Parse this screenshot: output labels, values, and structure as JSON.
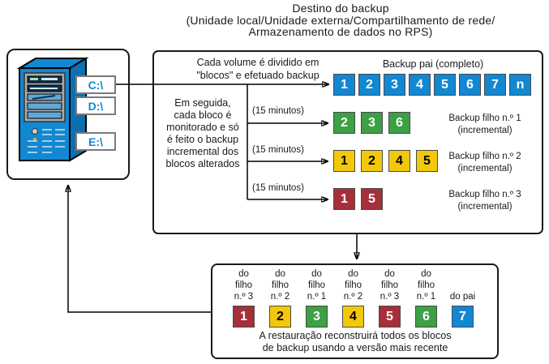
{
  "colors": {
    "block_blue": "#1287D2",
    "block_green": "#3CA044",
    "block_yellow": "#F3C80B",
    "block_red": "#A5303A",
    "line": "#000000"
  },
  "title": {
    "lines": [
      "Destino do backup",
      "(Unidade local/Unidade externa/Compartilhamento de rede/",
      "Armazenamento de dados no RPS)"
    ]
  },
  "source": {
    "drives": [
      "C:\\",
      "D:\\",
      "E:\\"
    ]
  },
  "main": {
    "split_text": [
      "Cada volume é dividido em",
      "\"blocos\" e efetuado backup"
    ],
    "monitor_text": [
      "Em seguida,",
      "cada bloco é",
      "monitorado e só",
      "é feito o backup",
      "incremental dos",
      "blocos alterados"
    ],
    "parent": {
      "label": "Backup pai (completo)",
      "blocks": [
        "1",
        "2",
        "3",
        "4",
        "5",
        "6",
        "7",
        "n"
      ]
    },
    "children": [
      {
        "interval": "(15 minutos)",
        "blocks": [
          "2",
          "3",
          "6"
        ],
        "color": "green",
        "label": [
          "Backup filho n.º 1",
          "(incremental)"
        ]
      },
      {
        "interval": "(15 minutos)",
        "blocks": [
          "1",
          "2",
          "4",
          "5"
        ],
        "color": "yellow",
        "label": [
          "Backup filho n.º 2",
          "(incremental)"
        ]
      },
      {
        "interval": "(15 minutos)",
        "blocks": [
          "1",
          "5"
        ],
        "color": "red",
        "label": [
          "Backup filho n.º 3",
          "(incremental)"
        ]
      }
    ]
  },
  "restore": {
    "columns": [
      {
        "label": [
          "do",
          "filho",
          "n.º 3"
        ],
        "value": "1",
        "color": "red"
      },
      {
        "label": [
          "do",
          "filho",
          "n.º 2"
        ],
        "value": "2",
        "color": "yellow"
      },
      {
        "label": [
          "do",
          "filho",
          "n.º 1"
        ],
        "value": "3",
        "color": "green"
      },
      {
        "label": [
          "do",
          "filho",
          "n.º 2"
        ],
        "value": "4",
        "color": "yellow"
      },
      {
        "label": [
          "do",
          "filho",
          "n.º 3"
        ],
        "value": "5",
        "color": "red"
      },
      {
        "label": [
          "do",
          "filho",
          "n.º 1"
        ],
        "value": "6",
        "color": "green"
      },
      {
        "label": [
          "do pai"
        ],
        "value": "7",
        "color": "blue"
      }
    ],
    "caption": [
      "A restauração reconstruirá todos os blocos",
      "de backup usando a versão mais recente"
    ]
  }
}
